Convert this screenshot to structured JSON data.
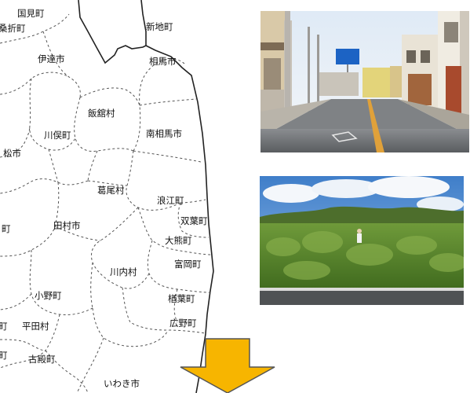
{
  "map": {
    "labels": {
      "kunimi": "国見町",
      "koori": "桑折町",
      "shinchi": "新地町",
      "date": "伊達市",
      "soma": "相馬市",
      "iitate": "飯舘村",
      "kawamata": "川俣町",
      "minamisoma": "南相馬市",
      "matsu": "松市",
      "katsurao": "葛尾村",
      "namie": "浪江町",
      "futaba": "双葉町",
      "tamura": "田村市",
      "okuma": "大熊町",
      "kawauchi": "川内村",
      "tomioka": "富岡町",
      "ono": "小野町",
      "naraha": "楢葉町",
      "hirata": "平田村",
      "hirono": "広野町",
      "furudono": "古殿町",
      "iwaki": "いわき市",
      "edge1": "町",
      "edge2": "町",
      "edge3": "町"
    },
    "colors": {
      "coast": "#222222",
      "border": "#555555"
    }
  },
  "photos": {
    "street": {
      "icon": "street-photo",
      "sign_color": "#1c63c4"
    },
    "field": {
      "icon": "overgrown-field-photo"
    }
  },
  "arrow": {
    "color": "#f7b500",
    "outline": "#555555",
    "icon": "down-arrow-icon"
  }
}
